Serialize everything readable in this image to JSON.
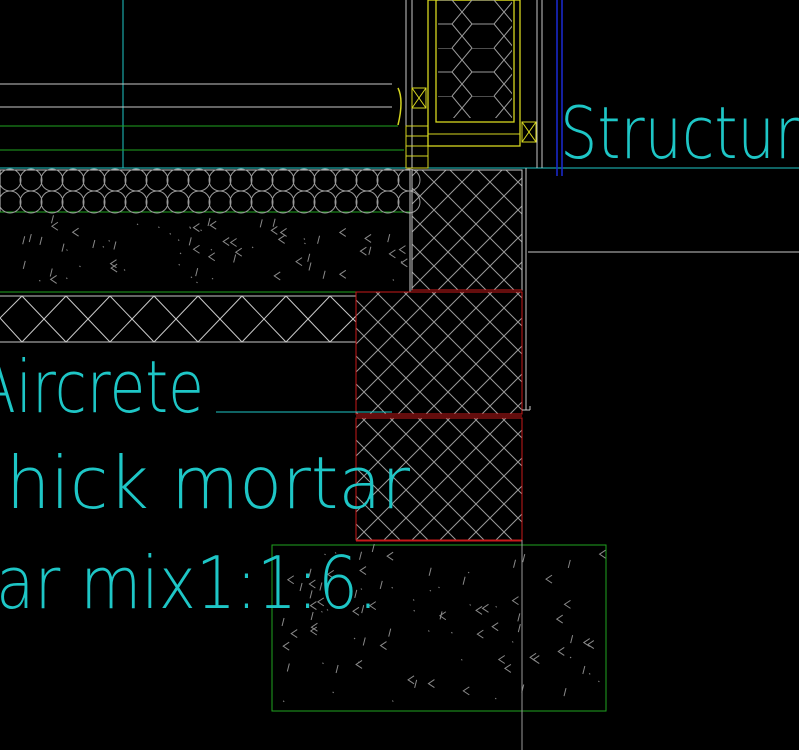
{
  "drawing": {
    "labels": {
      "structure": "Structur",
      "aircrete": "Aircrete",
      "mortar_thick": "hick  mortar",
      "mortar_mix": "ar  mix1:1:6."
    },
    "colors": {
      "background": "#000000",
      "text_cyan": "#1ec6c6",
      "line_white": "#c8c8c8",
      "line_green": "#1fa31f",
      "line_red": "#c81a1a",
      "line_yellow": "#d6d61f",
      "line_blue": "#1a2ad6",
      "hatch_gray": "#9a9a9a"
    }
  }
}
